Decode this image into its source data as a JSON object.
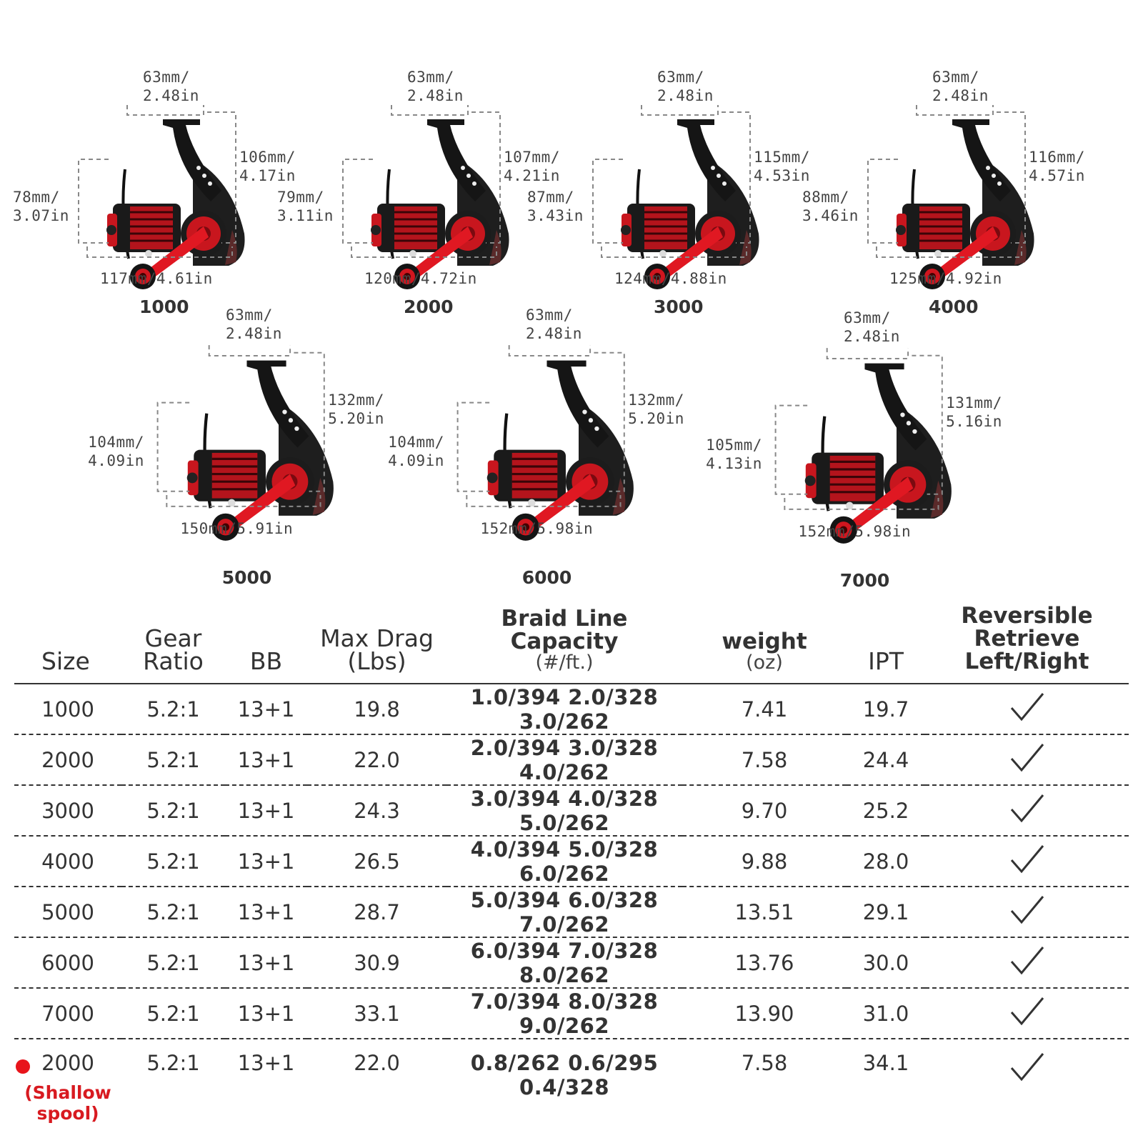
{
  "accent_color": "#e8141b",
  "reels": [
    {
      "size": "1000",
      "top": "63mm/\n2.48in",
      "height": "106mm/\n4.17in",
      "side": "78mm/\n3.07in",
      "length": "117mm/4.61in"
    },
    {
      "size": "2000",
      "top": "63mm/\n2.48in",
      "height": "107mm/\n4.21in",
      "side": "79mm/\n3.11in",
      "length": "120mm/4.72in"
    },
    {
      "size": "3000",
      "top": "63mm/\n2.48in",
      "height": "115mm/\n4.53in",
      "side": "87mm/\n3.43in",
      "length": "124mm/4.88in"
    },
    {
      "size": "4000",
      "top": "63mm/\n2.48in",
      "height": "116mm/\n4.57in",
      "side": "88mm/\n3.46in",
      "length": "125mm/4.92in"
    },
    {
      "size": "5000",
      "top": "63mm/\n2.48in",
      "height": "132mm/\n5.20in",
      "side": "104mm/\n4.09in",
      "length": "150mm/5.91in"
    },
    {
      "size": "6000",
      "top": "63mm/\n2.48in",
      "height": "132mm/\n5.20in",
      "side": "104mm/\n4.09in",
      "length": "152mm/5.98in"
    },
    {
      "size": "7000",
      "top": "63mm/\n2.48in",
      "height": "131mm/\n5.16in",
      "side": "105mm/\n4.13in",
      "length": "152mm/5.98in"
    }
  ],
  "table": {
    "headers": {
      "size": "Size",
      "gear_1": "Gear",
      "gear_2": "Ratio",
      "bb": "BB",
      "drag_1": "Max Drag",
      "drag_2": "(Lbs)",
      "braid_1": "Braid Line",
      "braid_2": "Capacity",
      "braid_3": "(#/ft.)",
      "weight_1": "weight",
      "weight_2": "(oz)",
      "ipt": "IPT",
      "rev_1": "Reversible",
      "rev_2": "Retrieve",
      "rev_3": "Left/Right"
    },
    "rows": [
      {
        "size": "1000",
        "gear": "5.2:1",
        "bb": "13+1",
        "drag": "19.8",
        "capacity": "1.0/394  2.0/328  3.0/262",
        "weight": "7.41",
        "ipt": "19.7",
        "reversible": "✓"
      },
      {
        "size": "2000",
        "gear": "5.2:1",
        "bb": "13+1",
        "drag": "22.0",
        "capacity": "2.0/394  3.0/328  4.0/262",
        "weight": "7.58",
        "ipt": "24.4",
        "reversible": "✓"
      },
      {
        "size": "3000",
        "gear": "5.2:1",
        "bb": "13+1",
        "drag": "24.3",
        "capacity": "3.0/394  4.0/328  5.0/262",
        "weight": "9.70",
        "ipt": "25.2",
        "reversible": "✓"
      },
      {
        "size": "4000",
        "gear": "5.2:1",
        "bb": "13+1",
        "drag": "26.5",
        "capacity": "4.0/394  5.0/328  6.0/262",
        "weight": "9.88",
        "ipt": "28.0",
        "reversible": "✓"
      },
      {
        "size": "5000",
        "gear": "5.2:1",
        "bb": "13+1",
        "drag": "28.7",
        "capacity": "5.0/394  6.0/328  7.0/262",
        "weight": "13.51",
        "ipt": "29.1",
        "reversible": "✓"
      },
      {
        "size": "6000",
        "gear": "5.2:1",
        "bb": "13+1",
        "drag": "30.9",
        "capacity": "6.0/394  7.0/328  8.0/262",
        "weight": "13.76",
        "ipt": "30.0",
        "reversible": "✓"
      },
      {
        "size": "7000",
        "gear": "5.2:1",
        "bb": "13+1",
        "drag": "33.1",
        "capacity": "7.0/394  8.0/328  9.0/262",
        "weight": "13.90",
        "ipt": "31.0",
        "reversible": "✓"
      }
    ],
    "shallow_row": {
      "size": "2000",
      "note": "(Shallow spool)",
      "gear": "5.2:1",
      "bb": "13+1",
      "drag": "22.0",
      "capacity": "0.8/262  0.6/295  0.4/328",
      "weight": "7.58",
      "ipt": "34.1",
      "reversible": "✓"
    }
  }
}
